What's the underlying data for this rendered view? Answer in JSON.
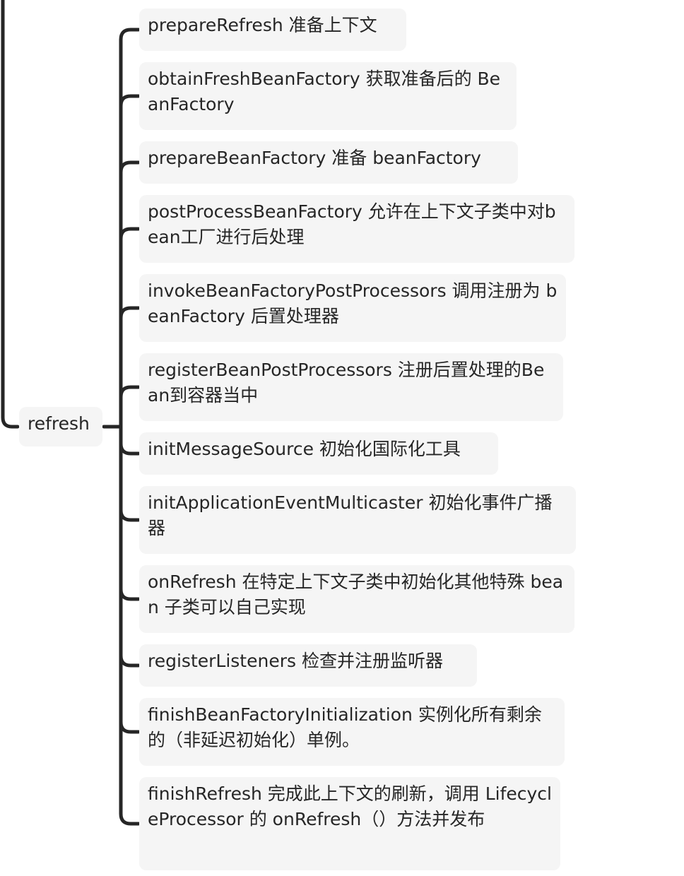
{
  "root": {
    "label": "refresh"
  },
  "children": [
    {
      "label": "prepareRefresh 准备上下文"
    },
    {
      "label": "obtainFreshBeanFactory 获取准备后的 BeanFactory"
    },
    {
      "label": "prepareBeanFactory 准备 beanFactory"
    },
    {
      "label": "postProcessBeanFactory 允许在上下文子类中对bean工厂进行后处理"
    },
    {
      "label": "invokeBeanFactoryPostProcessors 调用注册为 beanFactory 后置处理器"
    },
    {
      "label": "registerBeanPostProcessors 注册后置处理的Bean到容器当中"
    },
    {
      "label": "initMessageSource 初始化国际化工具"
    },
    {
      "label": "initApplicationEventMulticaster 初始化事件广播器"
    },
    {
      "label": "onRefresh 在特定上下文子类中初始化其他特殊 bean 子类可以自己实现"
    },
    {
      "label": "registerListeners 检查并注册监听器"
    },
    {
      "label": "finishBeanFactoryInitialization 实例化所有剩余的（非延迟初始化）单例。"
    },
    {
      "label": "finishRefresh 完成此上下文的刷新，调用 LifecycleProcessor 的 onRefresh（）方法并发布"
    }
  ],
  "colors": {
    "node_background": "#f5f5f5",
    "text": "#262626",
    "connector": "#262626"
  }
}
